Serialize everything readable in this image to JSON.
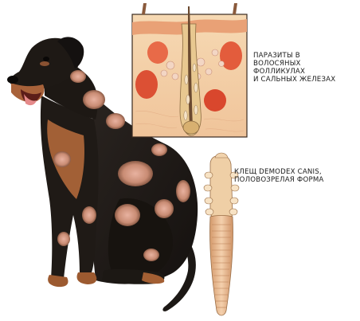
{
  "captions": {
    "parasites": {
      "line1": "ПАРАЗИТЫ В",
      "line2": "ВОЛОСЯНЫХ",
      "line3": "ФОЛЛИКУЛАХ",
      "line4": "И САЛЬНЫХ ЖЕЛЕЗАХ"
    },
    "mite": {
      "line1": "КЛЕЩ DEMODEX CANIS,",
      "line2": "ПОЛОВОЗРЕЛАЯ ФОРМА"
    }
  },
  "colors": {
    "dog_black": "#1e1a17",
    "dog_tan": "#b9733f",
    "skin_lesion": "#d99a86",
    "tissue_pink": "#f2c8a0",
    "gland_red": "#e0553a",
    "mite_body": "#e8b98f",
    "background": "#ffffff"
  }
}
